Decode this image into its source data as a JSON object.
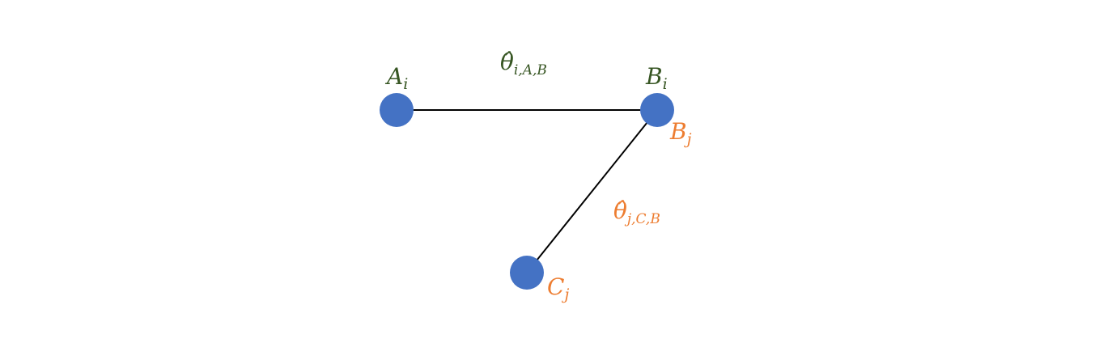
{
  "colors": {
    "node_fill": "#4472C4",
    "edge": "#000000",
    "label_i": "#375623",
    "label_j": "#ED7D31",
    "background": "#FFFFFF"
  },
  "nodes": {
    "a": {
      "base": "A",
      "sub": "i"
    },
    "b_i": {
      "base": "B",
      "sub": "i"
    },
    "b_j": {
      "base": "B",
      "sub": "j"
    },
    "c": {
      "base": "C",
      "sub": "j"
    }
  },
  "angles": {
    "theta_i": {
      "base": "θ̂",
      "sub": "i,A,B"
    },
    "theta_j": {
      "base": "θ̂",
      "sub": "j,C,B"
    }
  }
}
